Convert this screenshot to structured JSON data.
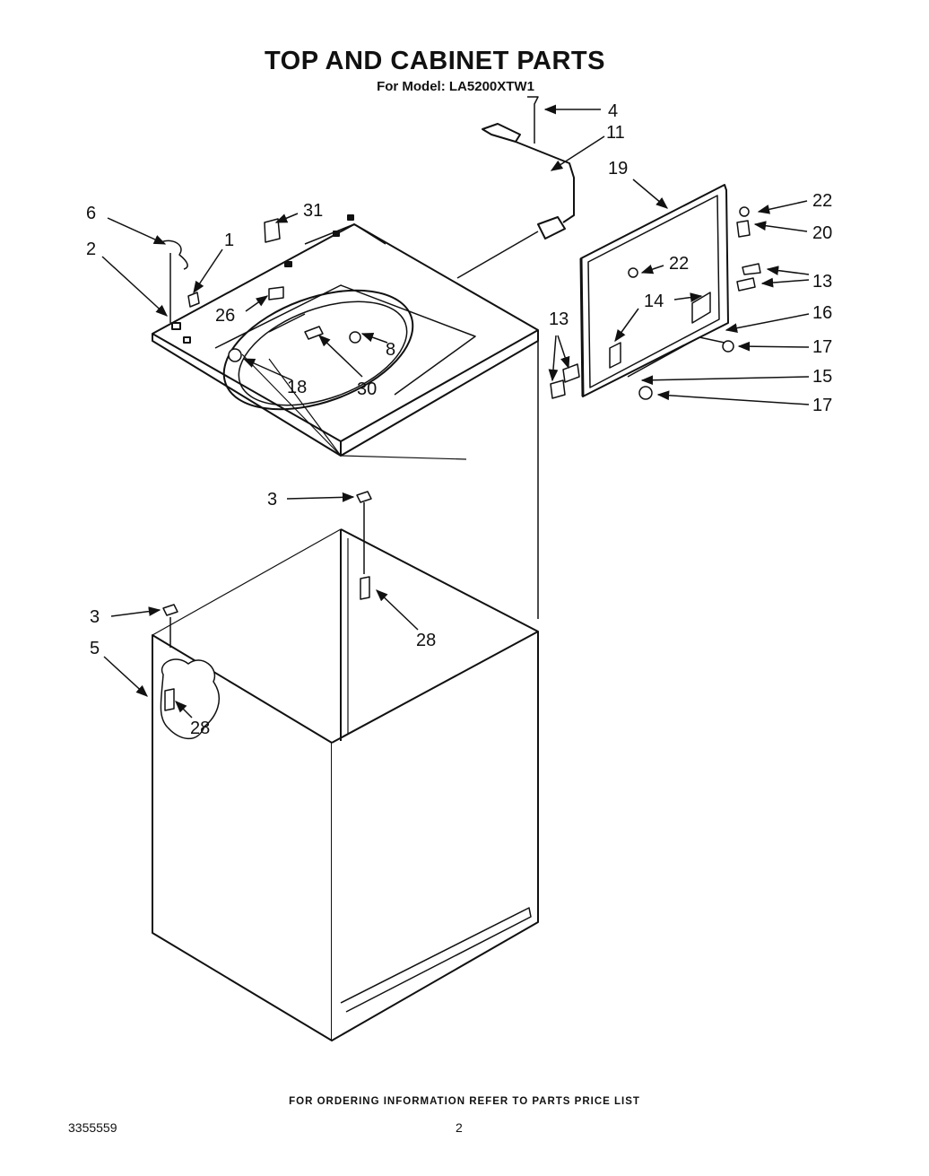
{
  "header": {
    "title": "TOP AND CABINET PARTS",
    "model_line": "For Model: LA5200XTW1"
  },
  "footer": {
    "ordering_note": "FOR ORDERING INFORMATION REFER TO PARTS PRICE LIST",
    "document_number": "3355559",
    "page_number": "2"
  },
  "callouts": {
    "c1": "1",
    "c2": "2",
    "c3a": "3",
    "c3b": "3",
    "c4": "4",
    "c5": "5",
    "c6": "6",
    "c8": "8",
    "c11": "11",
    "c13a": "13",
    "c13b": "13",
    "c14": "14",
    "c15": "15",
    "c16": "16",
    "c17a": "17",
    "c17b": "17",
    "c18": "18",
    "c19": "19",
    "c20": "20",
    "c22a": "22",
    "c22b": "22",
    "c26": "26",
    "c28a": "28",
    "c28b": "28",
    "c30": "30",
    "c31": "31"
  }
}
